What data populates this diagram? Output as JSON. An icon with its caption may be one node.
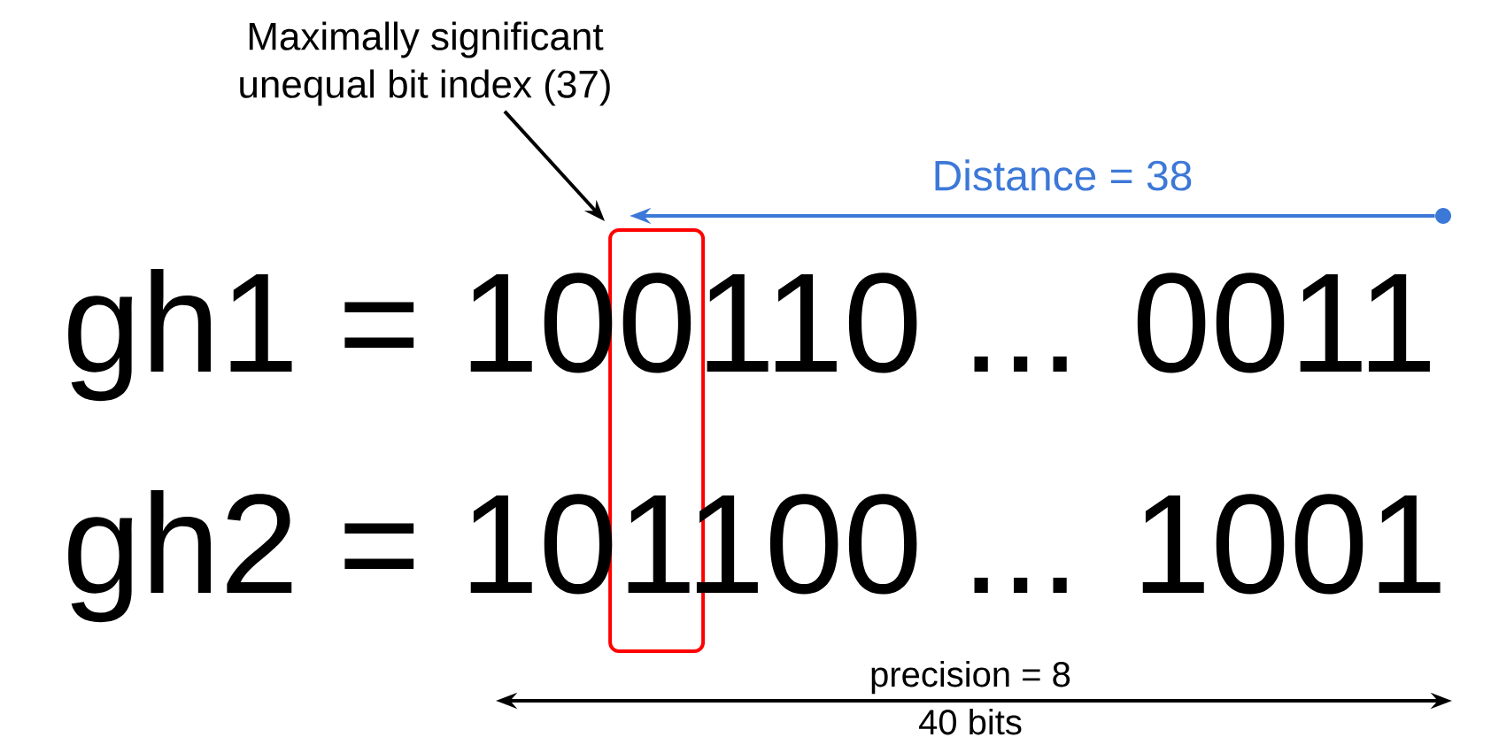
{
  "diagram": {
    "nodes": [
      {
        "text": [
          "Maximally significant unequal bit index (37)"
        ]
      },
      {
        "text": [],
        "shape": "box"
      },
      {
        "text": [],
        "shape": "circle"
      }
    ],
    "edges": [
      {
        "from": 0,
        "to": 1,
        "arrow": "to"
      },
      {
        "from": 2,
        "to": 1,
        "arrow": "to",
        "label": "Distance = 38",
        "color": "#3c78d8"
      }
    ],
    "labels": [
      "gh1 = 100110 ... 0011",
      "gh2 = 101100 ... 1001",
      "precision = 8",
      "40 bits"
    ]
  }
}
